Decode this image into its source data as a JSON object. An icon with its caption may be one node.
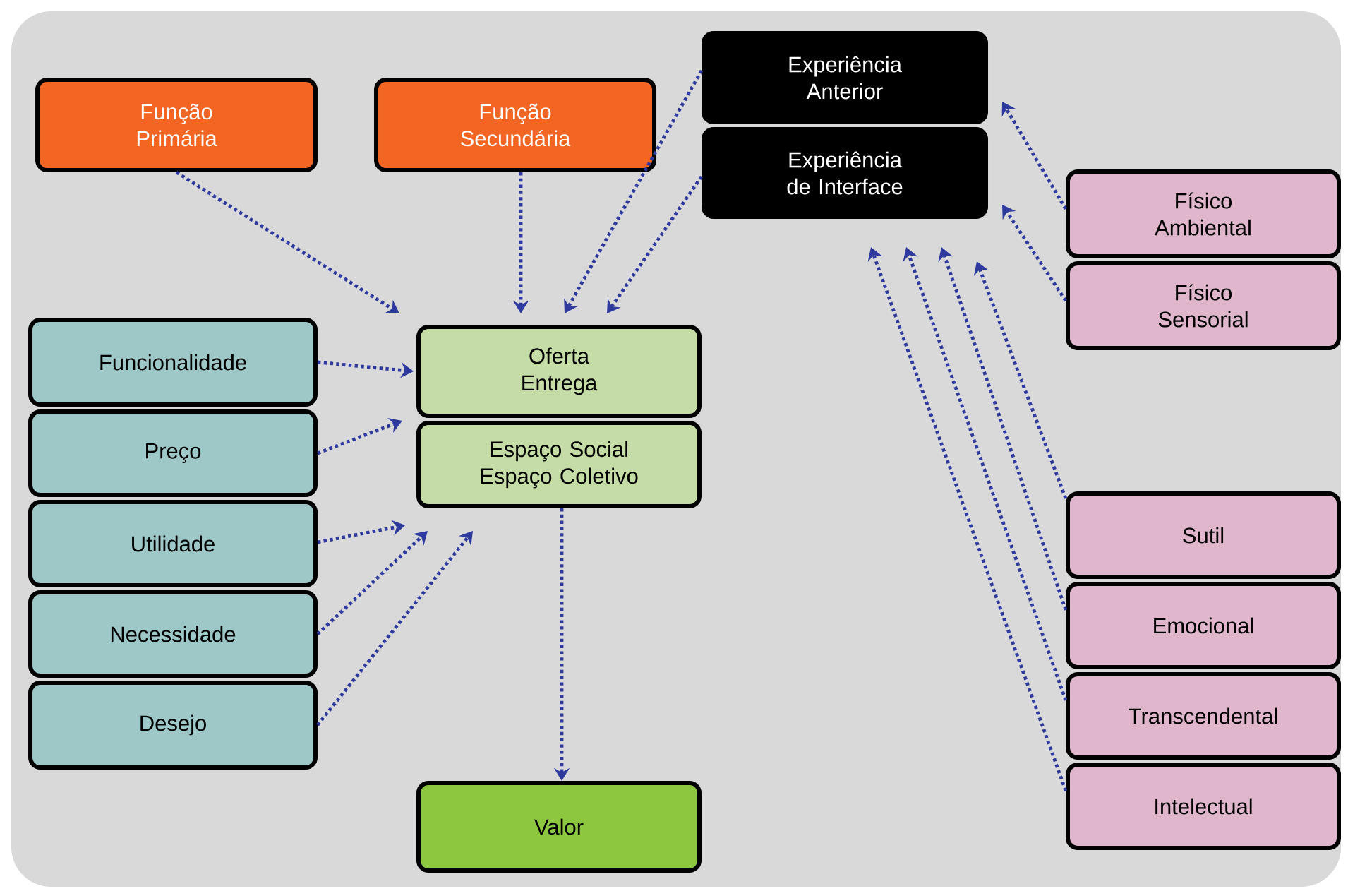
{
  "diagram": {
    "nodes": [
      {
        "text": [
          "Função Primária"
        ]
      },
      {
        "text": [
          "Função Secundária"
        ]
      },
      {
        "text": [
          "Experiência Anterior"
        ]
      },
      {
        "text": [
          "Experiência de Interface"
        ]
      },
      {
        "text": [
          "Físico Ambiental"
        ]
      },
      {
        "text": [
          "Físico Sensorial"
        ]
      },
      {
        "text": [
          "Funcionalidade"
        ]
      },
      {
        "text": [
          "Preço"
        ]
      },
      {
        "text": [
          "Utilidade"
        ]
      },
      {
        "text": [
          "Necessidade"
        ]
      },
      {
        "text": [
          "Desejo"
        ]
      },
      {
        "text": [
          "Oferta Entrega"
        ]
      },
      {
        "text": [
          "Espaço Social Espaço Coletivo"
        ]
      },
      {
        "text": [
          "Valor"
        ]
      },
      {
        "text": [
          "Sutil"
        ]
      },
      {
        "text": [
          "Emocional"
        ]
      },
      {
        "text": [
          "Transcendental"
        ]
      },
      {
        "text": [
          "Intelectual"
        ]
      }
    ],
    "edges": [
      {
        "from": 0,
        "to": 11,
        "arrow": "to",
        "style": "dashed"
      },
      {
        "from": 1,
        "to": 11,
        "arrow": "to",
        "style": "dashed"
      },
      {
        "from": 2,
        "to": 11,
        "arrow": "to",
        "style": "dashed"
      },
      {
        "from": 3,
        "to": 11,
        "arrow": "to",
        "style": "dashed"
      },
      {
        "from": 6,
        "to": 11,
        "arrow": "to",
        "style": "dashed"
      },
      {
        "from": 7,
        "to": 12,
        "arrow": "to",
        "style": "dashed"
      },
      {
        "from": 8,
        "to": 12,
        "arrow": "to",
        "style": "dashed"
      },
      {
        "from": 9,
        "to": 12,
        "arrow": "to",
        "style": "dashed"
      },
      {
        "from": 10,
        "to": 12,
        "arrow": "to",
        "style": "dashed"
      },
      {
        "from": 12,
        "to": 13,
        "arrow": "to",
        "style": "dashed"
      },
      {
        "from": 4,
        "to": 2,
        "arrow": "to",
        "style": "dashed"
      },
      {
        "from": 5,
        "to": 3,
        "arrow": "to",
        "style": "dashed"
      },
      {
        "from": 14,
        "to": 3,
        "arrow": "to",
        "style": "dashed"
      },
      {
        "from": 15,
        "to": 3,
        "arrow": "to",
        "style": "dashed"
      },
      {
        "from": 16,
        "to": 3,
        "arrow": "to",
        "style": "dashed"
      },
      {
        "from": 17,
        "to": 3,
        "arrow": "to",
        "style": "dashed"
      }
    ]
  }
}
